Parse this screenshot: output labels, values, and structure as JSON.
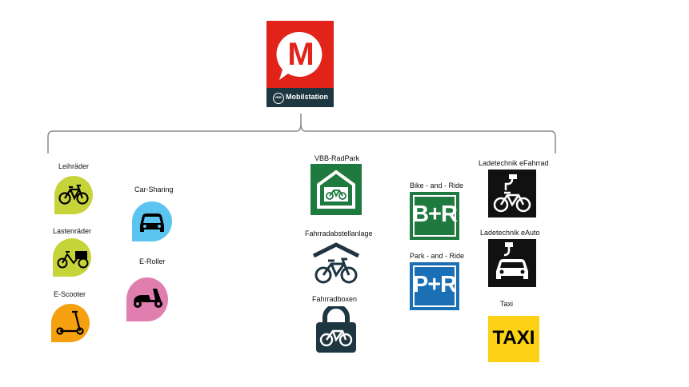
{
  "logo": {
    "letter": "M",
    "caption": "Mobilstation",
    "mini_mark": "VBB",
    "red": "#e2231a",
    "dark": "#1e3640"
  },
  "left_group": {
    "leihraeder": {
      "label": "Leihräder",
      "color": "#c6d43a",
      "icon": "bicycle-icon"
    },
    "lastenraeder": {
      "label": "Lastenräder",
      "color": "#c6d43a",
      "icon": "cargo-bike-icon"
    },
    "escooter": {
      "label": "E-Scooter",
      "color": "#f5a00f",
      "icon": "kick-scooter-icon"
    },
    "carsharing": {
      "label": "Car-Sharing",
      "color": "#5bc5ef",
      "icon": "car-icon"
    },
    "eroller": {
      "label": "E-Roller",
      "color": "#e07eb0",
      "icon": "moped-icon"
    }
  },
  "middle_group": {
    "vbb_radpark": {
      "label": "VBB-RadPark",
      "color": "#1f7a3f",
      "icon": "bike-garage-icon"
    },
    "abstellanlage": {
      "label": "Fahrradabstellanlage",
      "icon": "bike-shelter-icon"
    },
    "boxen": {
      "label": "Fahrradboxen",
      "icon": "bike-lock-icon"
    }
  },
  "right_group": {
    "bike_ride": {
      "label": "Bike - and - Ride",
      "sign": "B+R",
      "color": "#1f7a3f"
    },
    "park_ride": {
      "label": "Park - and - Ride",
      "sign": "P+R",
      "color": "#1a6fb5"
    }
  },
  "charging_group": {
    "efahrrad": {
      "label": "Ladetechnik eFahrrad",
      "icon": "ebike-charging-icon"
    },
    "eauto": {
      "label": "Ladetechnik eAuto",
      "icon": "ecar-charging-icon"
    },
    "taxi": {
      "label": "Taxi",
      "sign": "TAXI",
      "color": "#fcd116"
    }
  }
}
